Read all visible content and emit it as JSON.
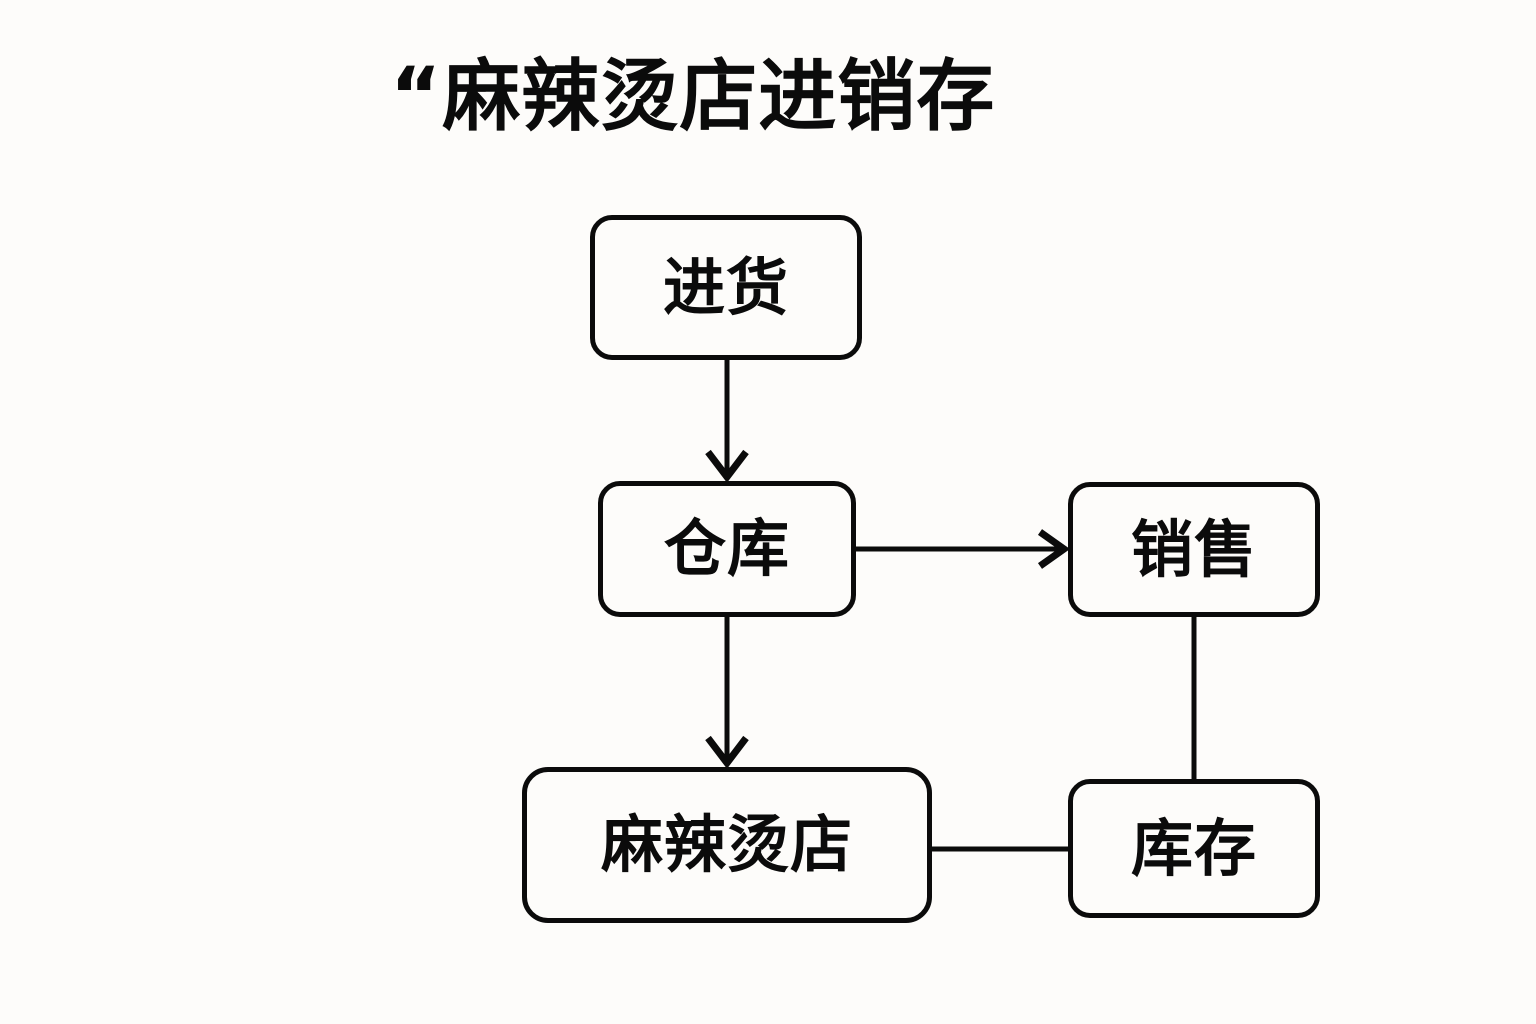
{
  "diagram": {
    "title": "“麻辣烫店进销存",
    "type": "flowchart",
    "background_color": "#fdfcfa",
    "stroke_color": "#0b0b0b",
    "nodes": [
      {
        "id": "purchase",
        "label": "进货",
        "name": "node-purchase"
      },
      {
        "id": "warehouse",
        "label": "仓库",
        "name": "node-warehouse"
      },
      {
        "id": "sales",
        "label": "销售",
        "name": "node-sales"
      },
      {
        "id": "shop",
        "label": "麻辣烫店",
        "name": "node-shop"
      },
      {
        "id": "stock",
        "label": "库存",
        "name": "node-stock"
      }
    ],
    "edges": [
      {
        "from": "purchase",
        "to": "warehouse",
        "arrow": true,
        "direction": "down"
      },
      {
        "from": "warehouse",
        "to": "sales",
        "arrow": true,
        "direction": "right"
      },
      {
        "from": "warehouse",
        "to": "shop",
        "arrow": true,
        "direction": "down"
      },
      {
        "from": "sales",
        "to": "stock",
        "arrow": false,
        "direction": "down"
      },
      {
        "from": "shop",
        "to": "stock",
        "arrow": false,
        "direction": "right"
      }
    ]
  }
}
